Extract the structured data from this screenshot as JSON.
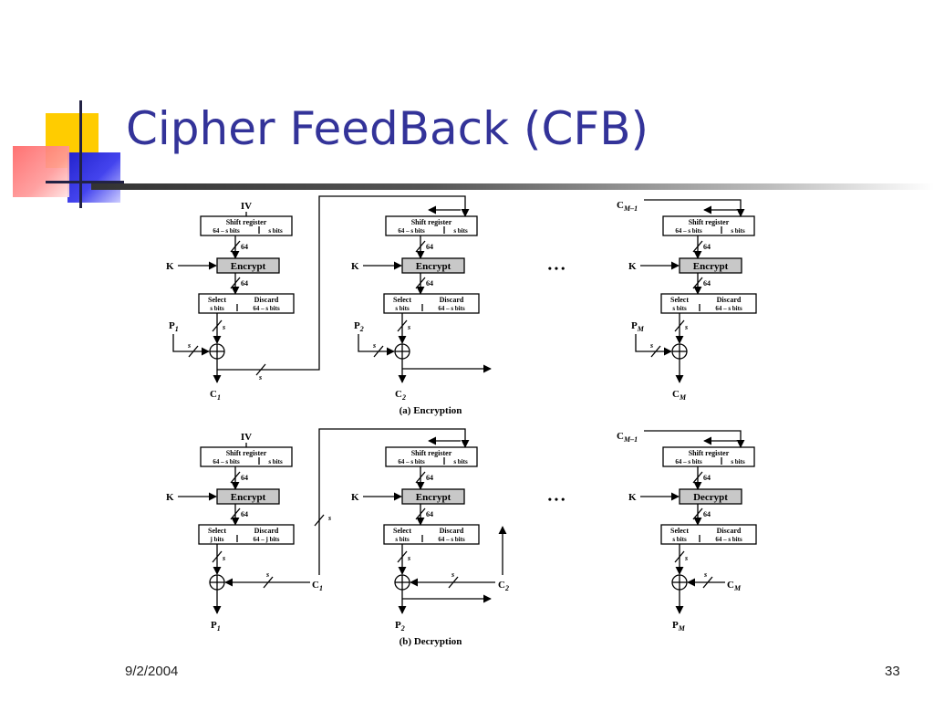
{
  "slide": {
    "title": "Cipher FeedBack (CFB)",
    "date": "9/2/2004",
    "page_number": "33"
  },
  "diagram": {
    "encryption_caption": "(a) Encryption",
    "decryption_caption": "(b) Decryption",
    "iv_label": "IV",
    "shift_register_label": "Shift register",
    "shift_register_left": "64 – s bits",
    "shift_register_right": "s bits",
    "encrypt_label": "Encrypt",
    "decrypt_label": "Decrypt",
    "select_label": "Select",
    "select_bits": "s bits",
    "select_bits_first_decrypt": "j bits",
    "discard_label": "Discard",
    "discard_bits": "64 – s bits",
    "discard_bits_first_decrypt": "64 – j bits",
    "key_label": "K",
    "width_64": "64",
    "width_s": "s",
    "ellipsis": "•   •   •",
    "plaintext_1": "P",
    "plaintext_1_sub": "1",
    "plaintext_2": "P",
    "plaintext_2_sub": "2",
    "plaintext_m": "P",
    "plaintext_m_sub": "M",
    "ciphertext_1": "C",
    "ciphertext_1_sub": "1",
    "ciphertext_2": "C",
    "ciphertext_2_sub": "2",
    "ciphertext_m": "C",
    "ciphertext_m_sub": "M",
    "ciphertext_prev": "C",
    "ciphertext_prev_sub": "M–1"
  }
}
